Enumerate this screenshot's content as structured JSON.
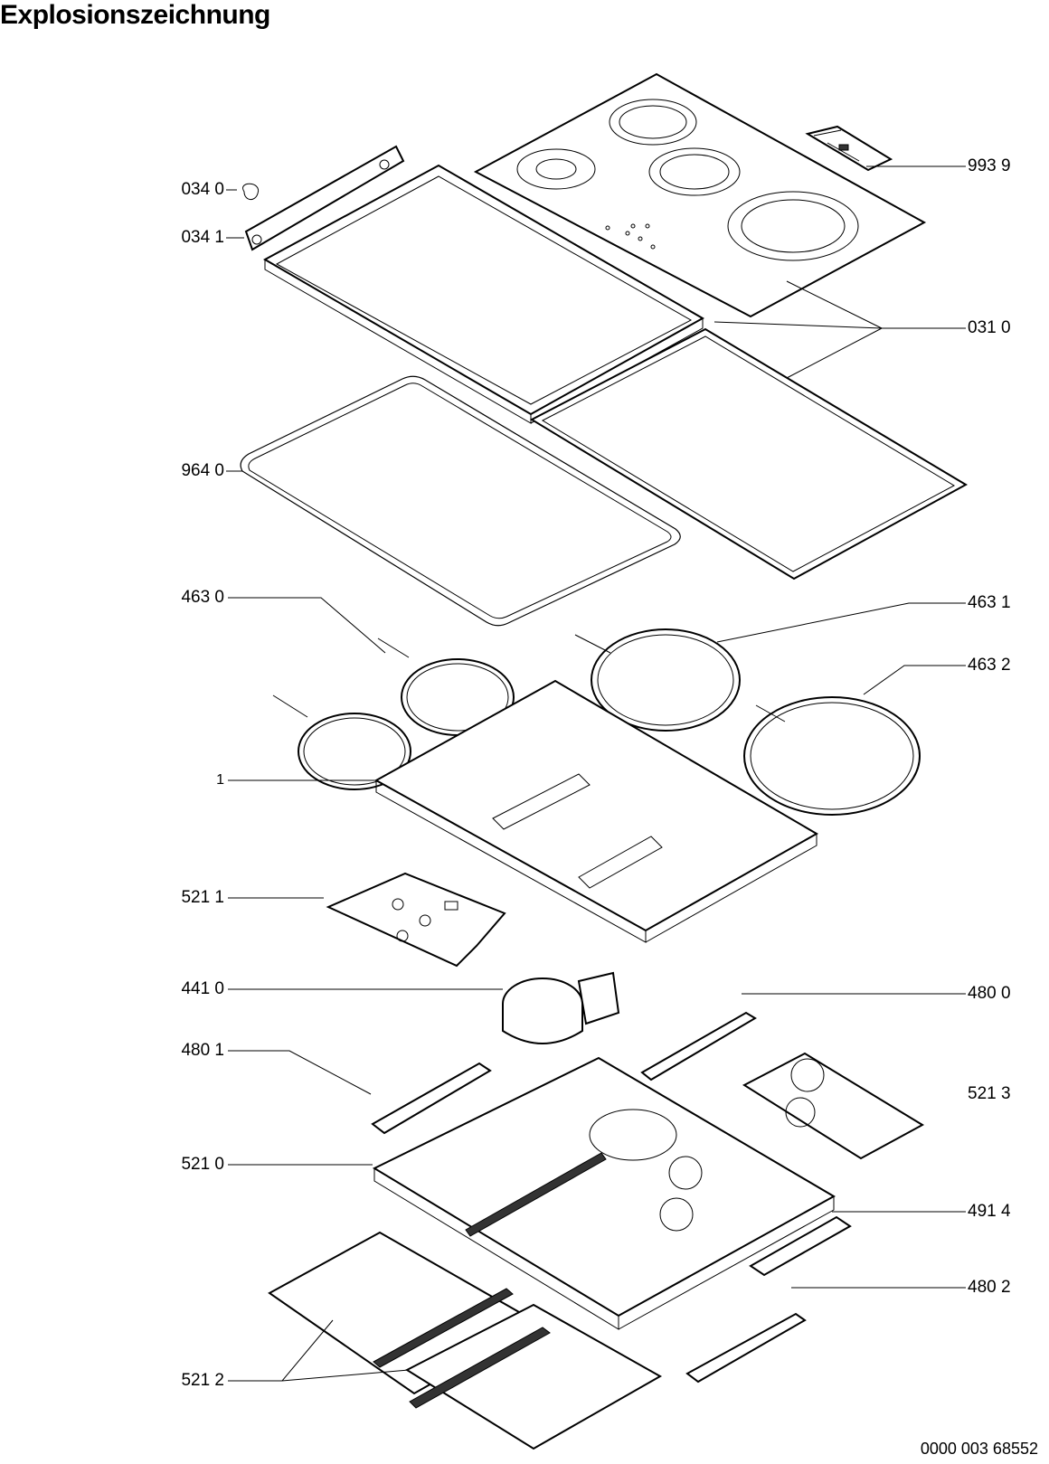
{
  "title": "Explosionszeichnung",
  "document_number": "0000 003 68552",
  "callouts": [
    {
      "id": "0340",
      "text": "034 0"
    },
    {
      "id": "0341",
      "text": "034 1"
    },
    {
      "id": "9939",
      "text": "993 9"
    },
    {
      "id": "0310",
      "text": "031 0"
    },
    {
      "id": "9640",
      "text": "964 0"
    },
    {
      "id": "4630",
      "text": "463 0"
    },
    {
      "id": "4631",
      "text": "463 1"
    },
    {
      "id": "4632",
      "text": "463 2"
    },
    {
      "id": "1",
      "text": "1"
    },
    {
      "id": "5211",
      "text": "521 1"
    },
    {
      "id": "4410",
      "text": "441 0"
    },
    {
      "id": "4800",
      "text": "480 0"
    },
    {
      "id": "4801",
      "text": "480 1"
    },
    {
      "id": "5213",
      "text": "521 3"
    },
    {
      "id": "5210",
      "text": "521 0"
    },
    {
      "id": "4914",
      "text": "491 4"
    },
    {
      "id": "4802",
      "text": "480 2"
    },
    {
      "id": "5212",
      "text": "521 2"
    }
  ]
}
